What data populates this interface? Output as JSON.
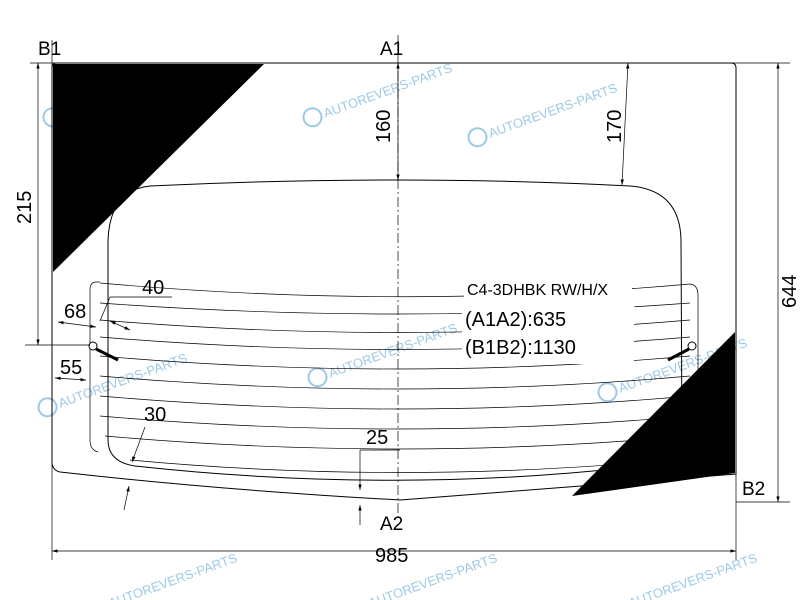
{
  "diagram": {
    "points": {
      "b1": "B1",
      "a1": "A1",
      "b2": "B2",
      "a2": "A2"
    },
    "dimensions": {
      "d160": "160",
      "d170": "170",
      "d215": "215",
      "d644": "644",
      "d985": "985",
      "d40": "40",
      "d68": "68",
      "d55": "55",
      "d30": "30",
      "d25": "25"
    },
    "info": {
      "code": "C4-3DHBK RW/H/X",
      "a1a2": "(A1A2):635",
      "b1b2": "(B1B2):1130"
    },
    "watermark": "AUTOREVERS-PARTS",
    "colors": {
      "line": "#000000",
      "watermark": "#9ec9e6"
    }
  }
}
